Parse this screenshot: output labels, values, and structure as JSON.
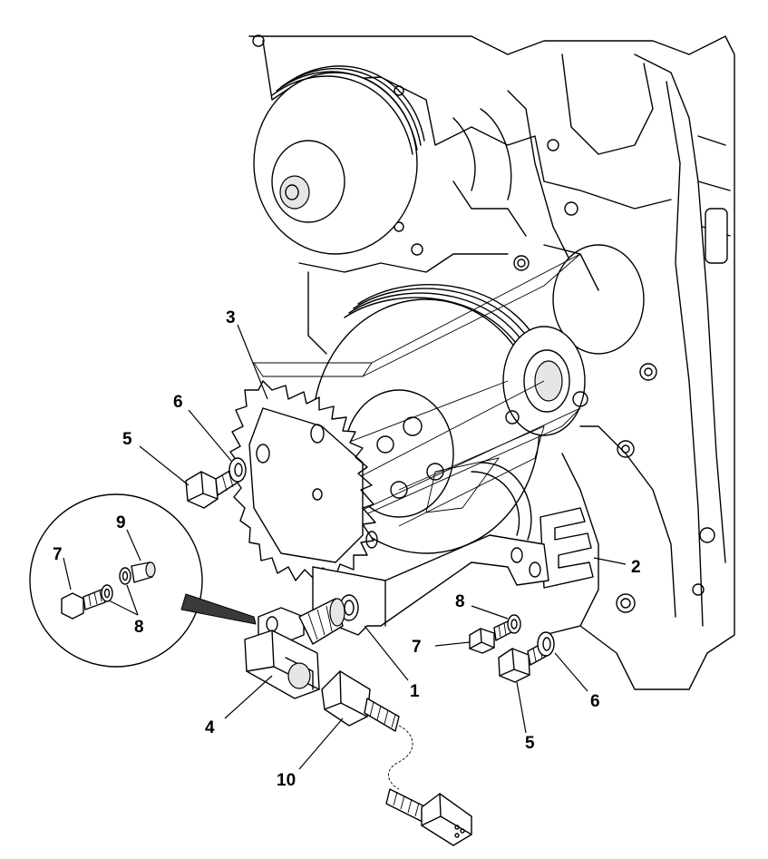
{
  "callouts": {
    "c1": "1",
    "c2": "2",
    "c3": "3",
    "c4": "4",
    "c5a": "5",
    "c5b": "5",
    "c6a": "6",
    "c6b": "6",
    "c7a": "7",
    "c7b": "7",
    "c8a": "8",
    "c8b": "8",
    "c9": "9",
    "c10": "10"
  },
  "colors": {
    "line": "#000000",
    "background": "#ffffff",
    "shade": "#e6e6e6"
  }
}
